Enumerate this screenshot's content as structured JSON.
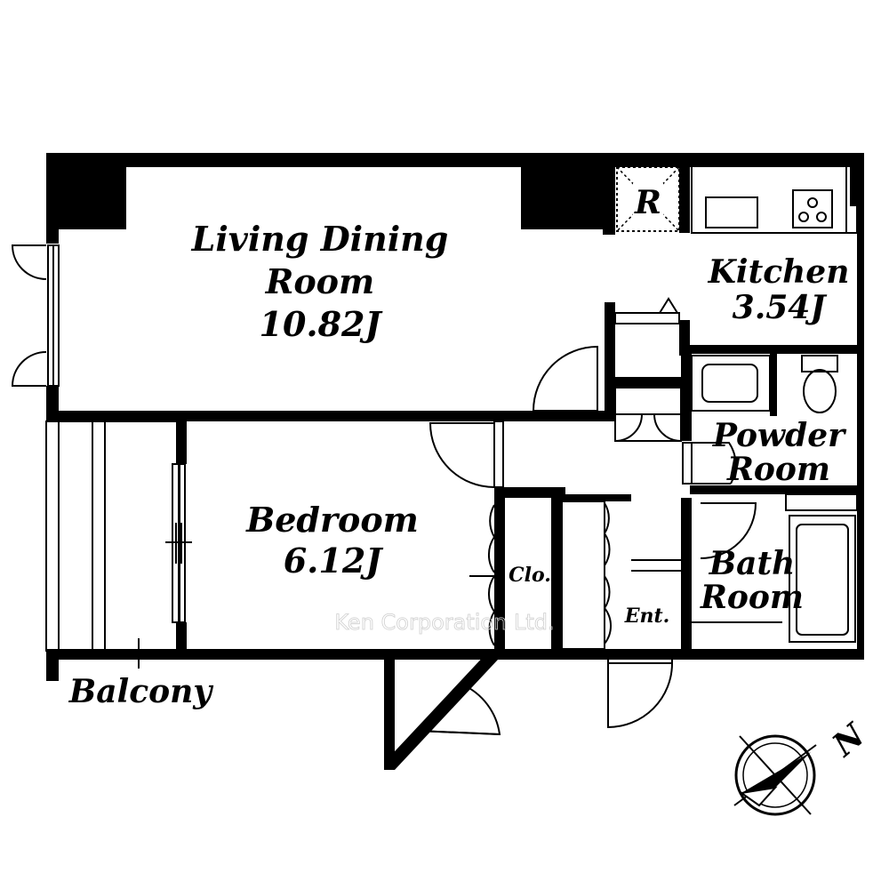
{
  "rooms": {
    "living": {
      "line1": "Living Dining",
      "line2": "Room",
      "area": "10.82J"
    },
    "kitchen": {
      "name": "Kitchen",
      "area": "3.54J"
    },
    "bedroom": {
      "name": "Bedroom",
      "area": "6.12J"
    },
    "powder": {
      "line1": "Powder",
      "line2": "Room"
    },
    "bath": {
      "line1": "Bath",
      "line2": "Room"
    },
    "closet": {
      "name": "Clo."
    },
    "entrance": {
      "name": "Ent."
    },
    "balcony": {
      "name": "Balcony"
    },
    "refrigerator": {
      "name": "R"
    }
  },
  "compass": {
    "label": "N"
  },
  "watermark": "Ken Corporation Ltd."
}
